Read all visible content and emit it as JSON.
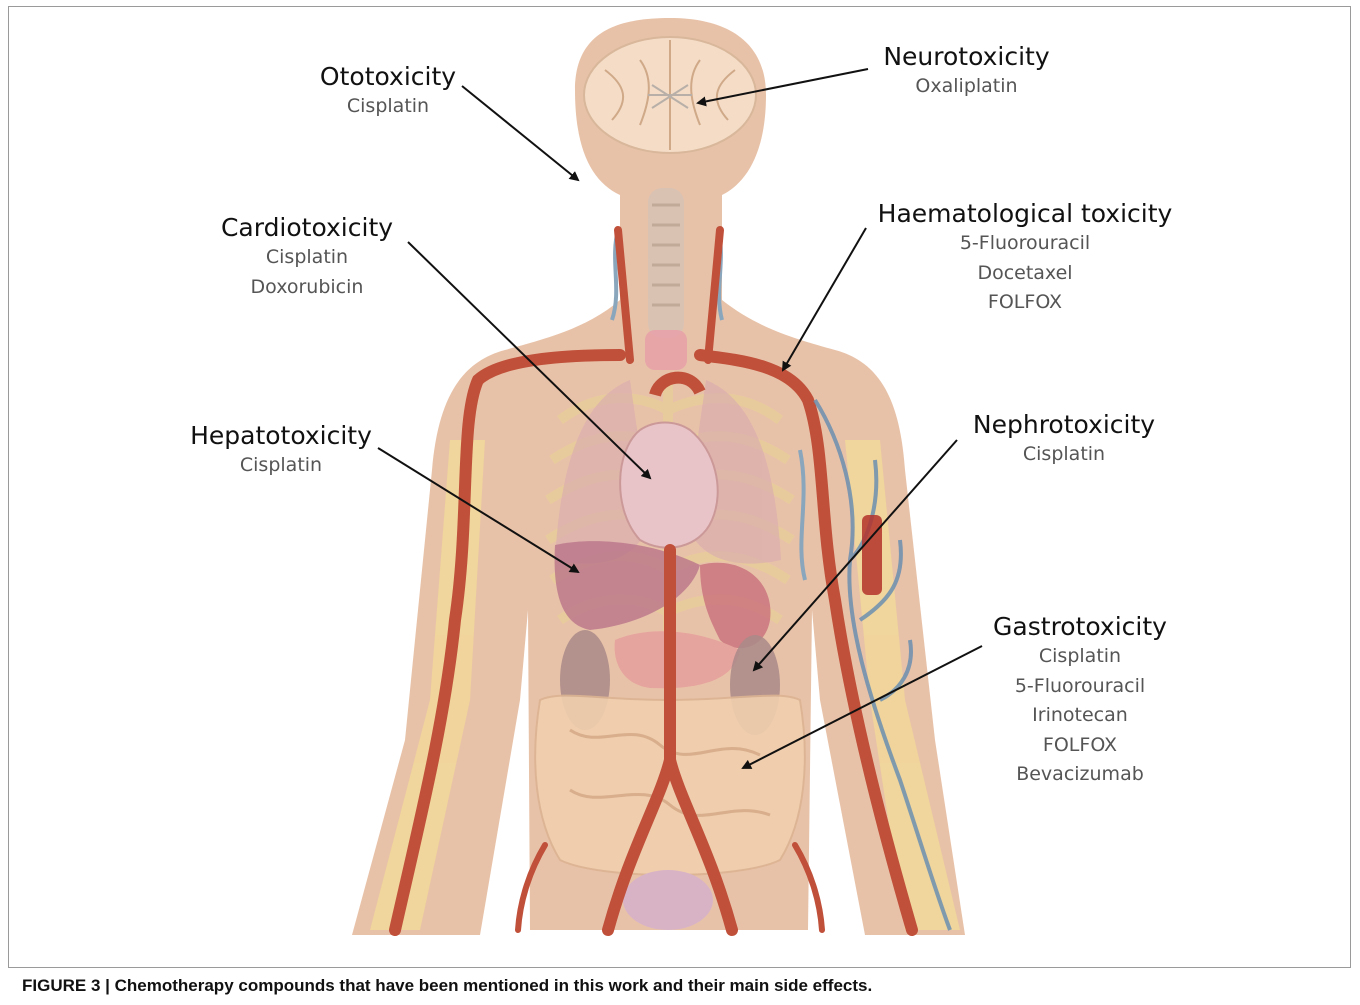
{
  "figure": {
    "caption_label": "FIGURE 3 |",
    "caption_text": "Chemotherapy compounds that have been mentioned in this work and their main side effects."
  },
  "labels": {
    "ototoxicity": {
      "title": "Ototoxicity",
      "drugs": [
        "Cisplatin"
      ]
    },
    "neurotoxicity": {
      "title": "Neurotoxicity",
      "drugs": [
        "Oxaliplatin"
      ]
    },
    "cardiotoxicity": {
      "title": "Cardiotoxicity",
      "drugs": [
        "Cisplatin",
        "Doxorubicin"
      ]
    },
    "haematological": {
      "title": "Haematological toxicity",
      "drugs": [
        "5-Fluorouracil",
        "Docetaxel",
        "FOLFOX"
      ]
    },
    "hepatotoxicity": {
      "title": "Hepatotoxicity",
      "drugs": [
        "Cisplatin"
      ]
    },
    "nephrotoxicity": {
      "title": "Nephrotoxicity",
      "drugs": [
        "Cisplatin"
      ]
    },
    "gastrotoxicity": {
      "title": "Gastrotoxicity",
      "drugs": [
        "Cisplatin",
        "5-Fluorouracil",
        "Irinotecan",
        "FOLFOX",
        "Bevacizumab"
      ]
    }
  },
  "colors": {
    "skin": "#e8c2a8",
    "artery": "#c0503a",
    "vein": "#6c8fb0",
    "bone": "#f1d79a",
    "organ": "#c98a94",
    "arrow": "#111111"
  }
}
